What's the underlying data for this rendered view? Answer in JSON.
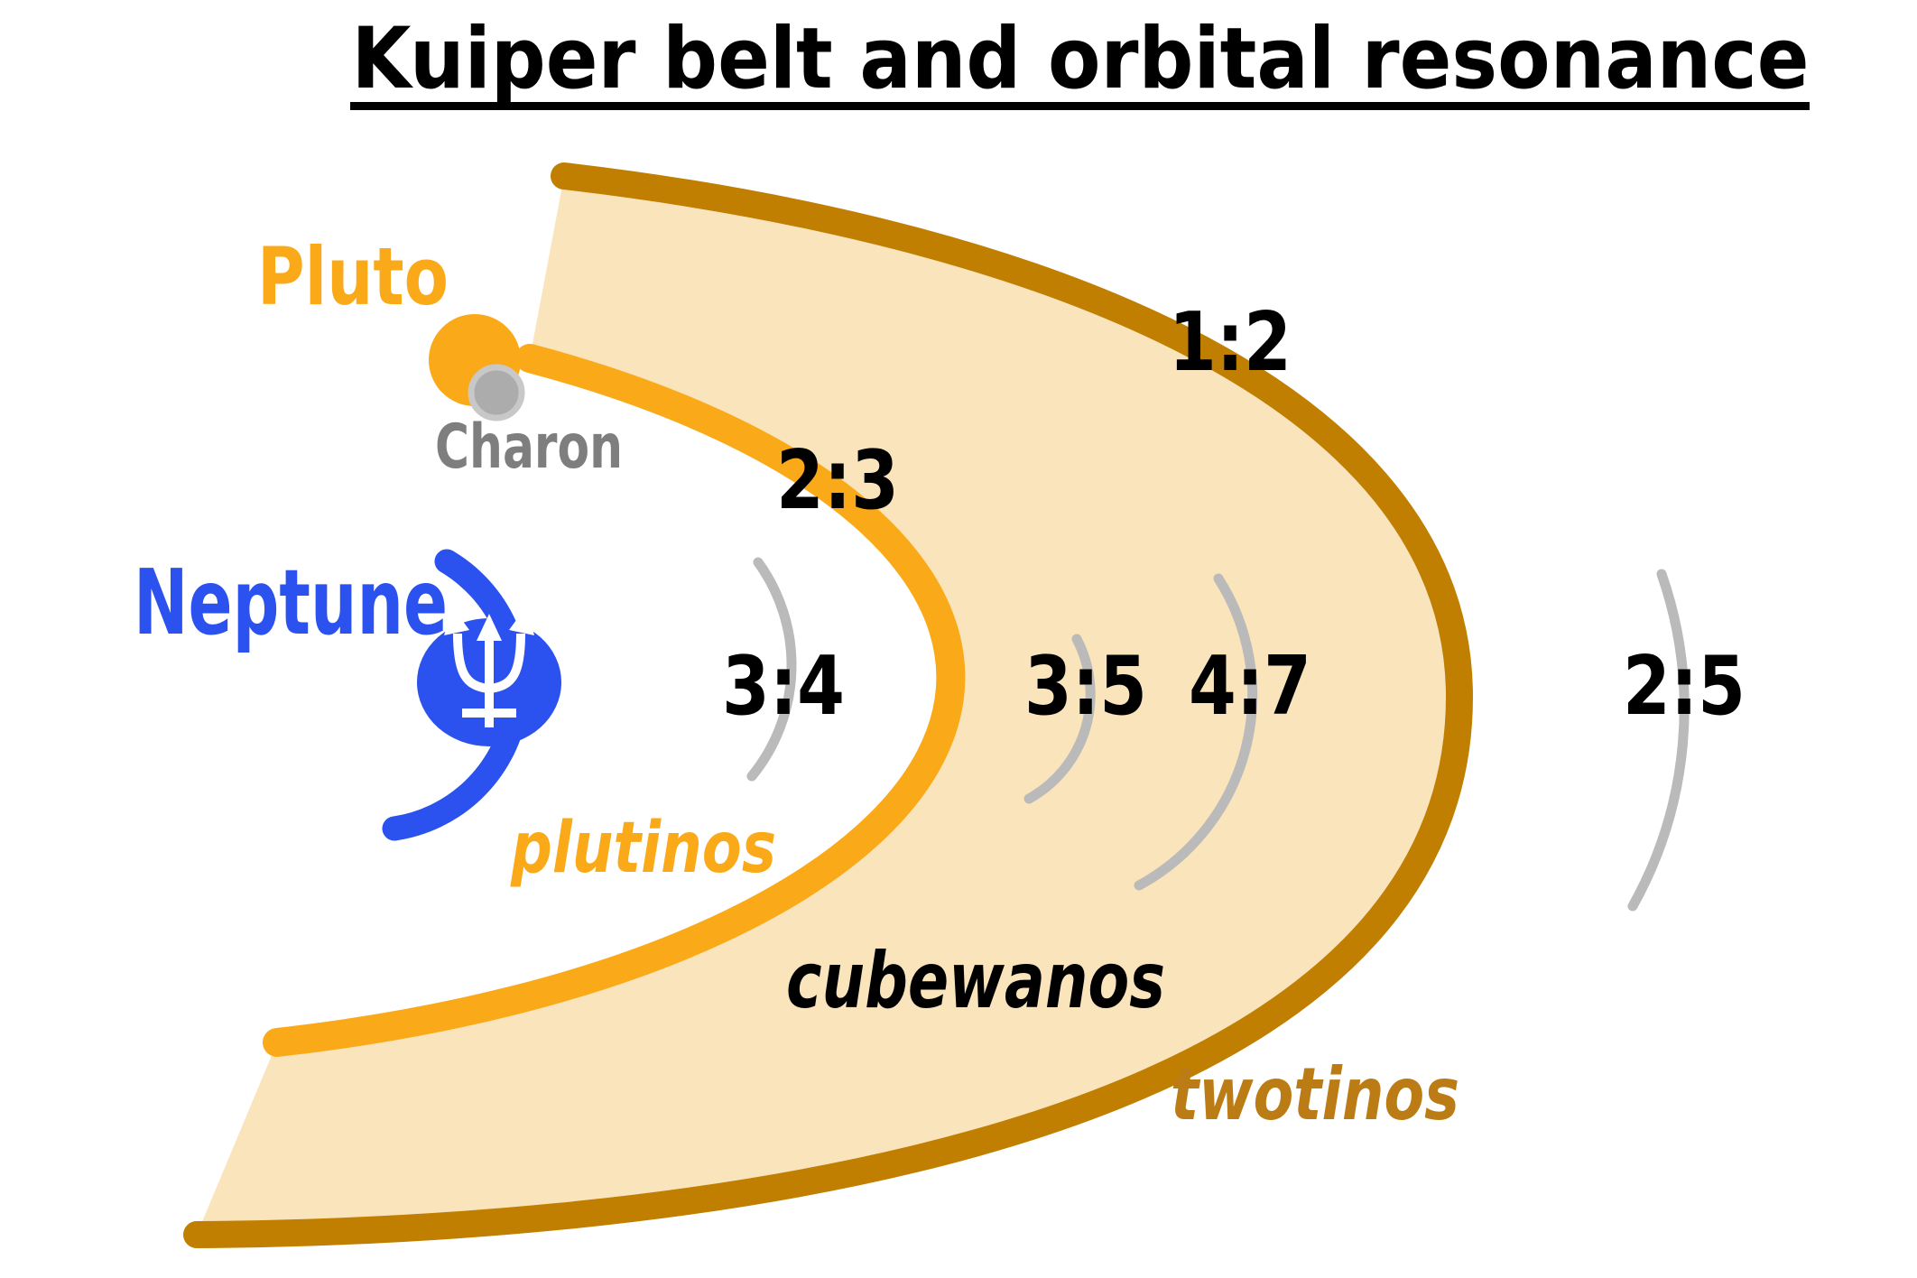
{
  "title": {
    "text": "Kuiper belt and orbital resonance"
  },
  "bodies": {
    "pluto": {
      "label": "Pluto"
    },
    "charon": {
      "label": "Charon"
    },
    "neptune": {
      "label": "Neptune",
      "symbol": "♆"
    }
  },
  "resonances": {
    "r23": "2:3",
    "r12": "1:2",
    "r34": "3:4",
    "r35": "3:5",
    "r47": "4:7",
    "r25": "2:5"
  },
  "regions": {
    "plutinos": "plutinos",
    "cubewanos": "cubewanos",
    "twotinos": "twotinos"
  },
  "colors": {
    "orange": "#FAAA18",
    "dark_orange": "#C07F00",
    "twotinos_text": "#BC7C15",
    "belt_fill": "#FAE4BC",
    "blue": "#2B51EF",
    "gray_arc": "#BABABA",
    "charon_fill": "#ACACAC",
    "charon_ring": "#C8C8C8",
    "charon_text": "#7E7E7E",
    "black": "#000000"
  }
}
